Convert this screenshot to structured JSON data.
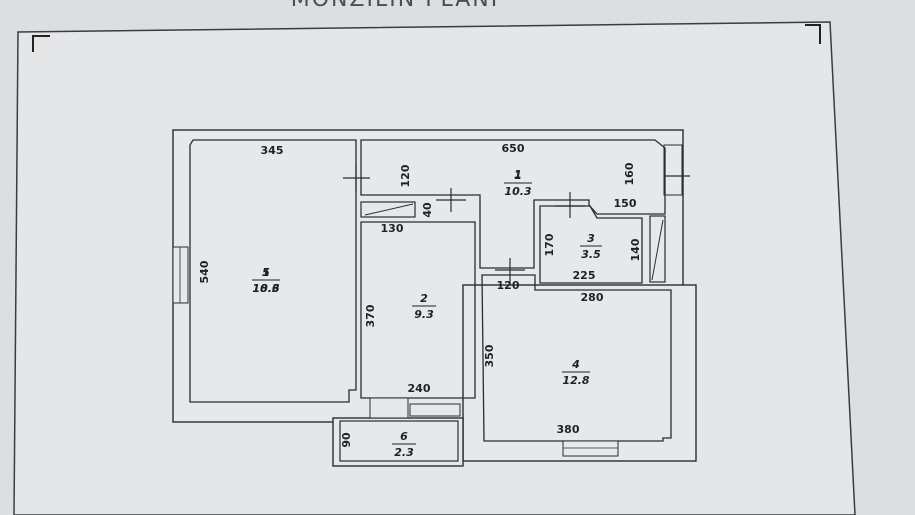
{
  "document": {
    "title": "MONZILIN PLANI"
  },
  "rooms": [
    {
      "number": "1",
      "area": "10.3"
    },
    {
      "number": "2",
      "area": "9.3"
    },
    {
      "number": "3",
      "area": "3.5"
    },
    {
      "number": "4",
      "area": "12.8"
    },
    {
      "number": "5",
      "area": "18.6"
    },
    {
      "number": "6",
      "area": "2.3"
    }
  ],
  "dimensions": {
    "room5_width": "345",
    "room5_height": "540",
    "room1_width": "650",
    "room1_left_depth": "120",
    "room1_right_depth": "160",
    "room1_closet_depth": "40",
    "closet_width": "130",
    "room3_top_width": "150",
    "room3_height_left": "170",
    "room3_height_right": "140",
    "room3_bottom_width": "225",
    "corridor_width": "120",
    "room4_top_width": "280",
    "room4_height": "350",
    "room4_bottom_width": "380",
    "room2_height": "370",
    "room2_width": "240",
    "room6_depth": "90"
  }
}
